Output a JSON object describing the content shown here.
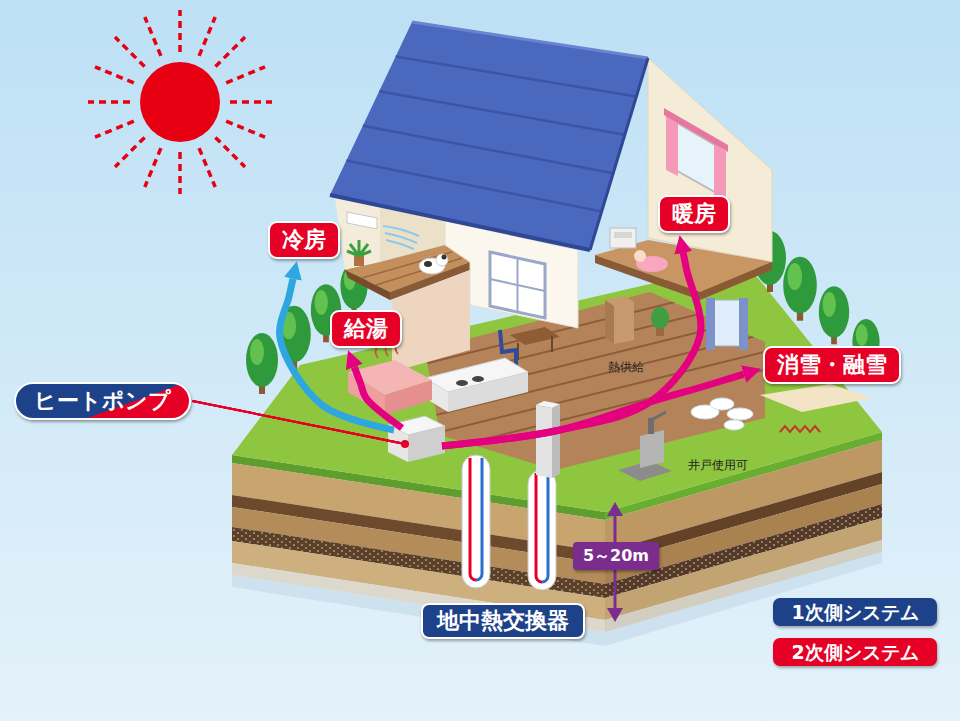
{
  "diagram": {
    "nodes": [
      {
        "text": [
          "暖房"
        ]
      },
      {
        "text": [
          "冷房"
        ]
      },
      {
        "text": [
          "給湯"
        ]
      },
      {
        "text": [
          "消雪・融雪"
        ]
      },
      {
        "text": [
          "ヒートポンプ"
        ]
      },
      {
        "text": [
          "5～20m"
        ]
      },
      {
        "text": [
          "地中熱交換器"
        ]
      }
    ],
    "edges": [
      {
        "from": 4,
        "to": 1,
        "arrow": "to"
      },
      {
        "from": 4,
        "to": 2,
        "arrow": "to"
      },
      {
        "from": 4,
        "to": 0,
        "arrow": "to"
      },
      {
        "from": 4,
        "to": 3,
        "arrow": "to"
      }
    ],
    "labels": [
      "熱供給",
      "井戸使用可"
    ],
    "legend": [
      {
        "text": "1次側システム",
        "color": "#1d4289"
      },
      {
        "text": "2次側システム",
        "color": "#e60026"
      }
    ]
  }
}
